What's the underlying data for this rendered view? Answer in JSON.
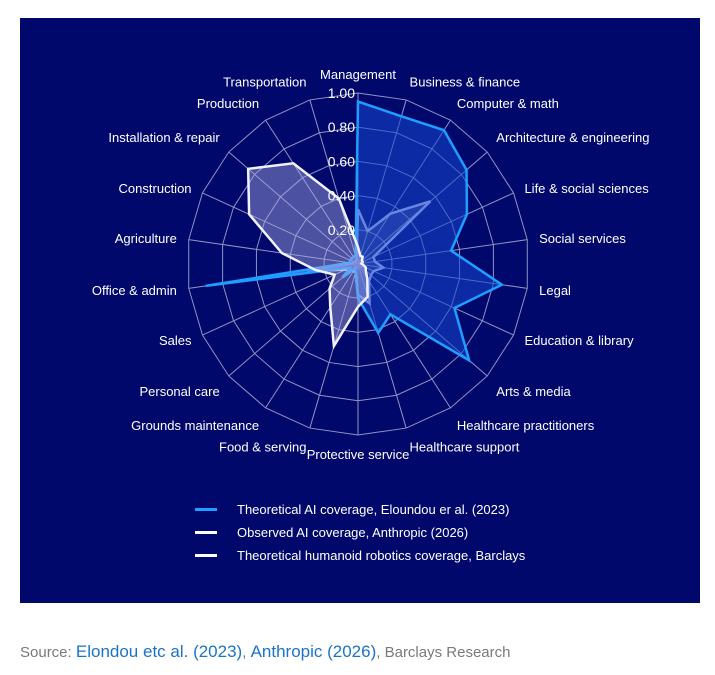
{
  "chart_data": {
    "type": "radar",
    "background": "#00096b",
    "grid_color": "#8f93c4",
    "rmax": 1.0,
    "ticks": [
      "0.20",
      "0.40",
      "0.60",
      "0.80",
      "1.00"
    ],
    "tick_values": [
      0.2,
      0.4,
      0.6,
      0.8,
      1.0
    ],
    "categories": [
      "Management",
      "Business & finance",
      "Computer & math",
      "Architecture & engineering",
      "Life & social sciences",
      "Social services",
      "Legal",
      "Education & library",
      "Arts & media",
      "Healthcare practitioners",
      "Healthcare support",
      "Protective service",
      "Food & serving",
      "Grounds maintenance",
      "Personal care",
      "Sales",
      "Office & admin",
      "Agriculture",
      "Construction",
      "Installation & repair",
      "Production",
      "Transportation"
    ],
    "series": [
      {
        "name": "Theoretical AI coverage, Eloundou er al. (2023)",
        "color": "#1e9fff",
        "fill": "rgba(20,70,210,0.55)",
        "stroke_width": 2.5,
        "values": [
          0.95,
          0.9,
          0.93,
          0.84,
          0.7,
          0.55,
          0.85,
          0.62,
          0.86,
          0.35,
          0.42,
          0.2,
          0.05,
          0.03,
          0.12,
          0.05,
          0.9,
          0.05,
          0.05,
          0.05,
          0.05,
          0.05
        ]
      },
      {
        "name": "Observed AI coverage, Anthropic (2026)",
        "color": "#d0d3f5",
        "fill": "rgba(255,255,255,0.18)",
        "stroke_width": 2.5,
        "values": [
          0.32,
          0.2,
          0.35,
          0.56,
          0.1,
          0.1,
          0.15,
          0.1,
          0.1,
          0.12,
          0.24,
          0.18,
          0.05,
          0.05,
          0.05,
          0.08,
          0.3,
          0.03,
          0.03,
          0.02,
          0.02,
          0.03
        ]
      },
      {
        "name": "Theoretical humanoid robotics coverage, Barclays",
        "color": "#f0f2ff",
        "fill": "rgba(170,170,230,0.45)",
        "stroke_width": 2.5,
        "values": [
          0.1,
          0.05,
          0.05,
          0.03,
          0.03,
          0.02,
          0.03,
          0.05,
          0.06,
          0.1,
          0.2,
          0.25,
          0.5,
          0.3,
          0.22,
          0.15,
          0.25,
          0.45,
          0.7,
          0.85,
          0.7,
          0.4
        ]
      }
    ]
  },
  "source": {
    "prefix": "Source: ",
    "link1": "Elondou etc al. (2023)",
    "sep1": ", ",
    "link2": "Anthropic (2026)",
    "sep2": ", ",
    "suffix": "Barclays Research"
  }
}
